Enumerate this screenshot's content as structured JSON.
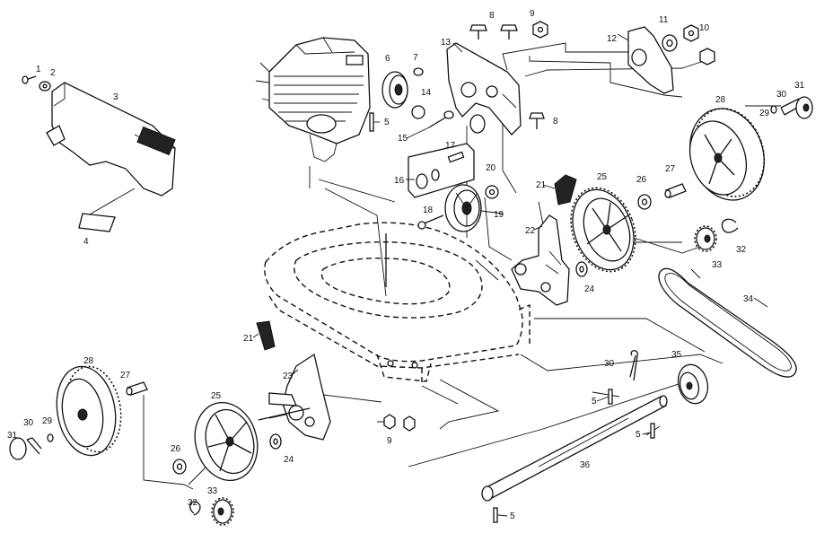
{
  "parts": [
    {
      "id": "label-1",
      "text": "1"
    },
    {
      "id": "label-2",
      "text": "2"
    },
    {
      "id": "label-3",
      "text": "3"
    },
    {
      "id": "label-4",
      "text": "4"
    },
    {
      "id": "label-5a",
      "text": "5"
    },
    {
      "id": "label-5b",
      "text": "5"
    },
    {
      "id": "label-5c",
      "text": "5"
    },
    {
      "id": "label-5d",
      "text": "5"
    },
    {
      "id": "label-6",
      "text": "6"
    },
    {
      "id": "label-7",
      "text": "7"
    },
    {
      "id": "label-8a",
      "text": "8"
    },
    {
      "id": "label-8b",
      "text": "8"
    },
    {
      "id": "label-9a",
      "text": "9"
    },
    {
      "id": "label-9b",
      "text": "9"
    },
    {
      "id": "label-10",
      "text": "10"
    },
    {
      "id": "label-11",
      "text": "11"
    },
    {
      "id": "label-12",
      "text": "12"
    },
    {
      "id": "label-13",
      "text": "13"
    },
    {
      "id": "label-14",
      "text": "14"
    },
    {
      "id": "label-15",
      "text": "15"
    },
    {
      "id": "label-16",
      "text": "16"
    },
    {
      "id": "label-17",
      "text": "17"
    },
    {
      "id": "label-18",
      "text": "18"
    },
    {
      "id": "label-19",
      "text": "19"
    },
    {
      "id": "label-20",
      "text": "20"
    },
    {
      "id": "label-21a",
      "text": "21"
    },
    {
      "id": "label-21b",
      "text": "21"
    },
    {
      "id": "label-22",
      "text": "22"
    },
    {
      "id": "label-23",
      "text": "23"
    },
    {
      "id": "label-24a",
      "text": "24"
    },
    {
      "id": "label-24b",
      "text": "24"
    },
    {
      "id": "label-25a",
      "text": "25"
    },
    {
      "id": "label-25b",
      "text": "25"
    },
    {
      "id": "label-26a",
      "text": "26"
    },
    {
      "id": "label-26b",
      "text": "26"
    },
    {
      "id": "label-27a",
      "text": "27"
    },
    {
      "id": "label-27b",
      "text": "27"
    },
    {
      "id": "label-28a",
      "text": "28"
    },
    {
      "id": "label-28b",
      "text": "28"
    },
    {
      "id": "label-29a",
      "text": "29"
    },
    {
      "id": "label-29b",
      "text": "29"
    },
    {
      "id": "label-30a",
      "text": "30"
    },
    {
      "id": "label-30b",
      "text": "30"
    },
    {
      "id": "label-30c",
      "text": "30"
    },
    {
      "id": "label-31a",
      "text": "31"
    },
    {
      "id": "label-31b",
      "text": "31"
    },
    {
      "id": "label-32a",
      "text": "32"
    },
    {
      "id": "label-32b",
      "text": "32"
    },
    {
      "id": "label-33a",
      "text": "33"
    },
    {
      "id": "label-33b",
      "text": "33"
    },
    {
      "id": "label-34",
      "text": "34"
    },
    {
      "id": "label-35",
      "text": "35"
    },
    {
      "id": "label-36",
      "text": "36"
    }
  ]
}
